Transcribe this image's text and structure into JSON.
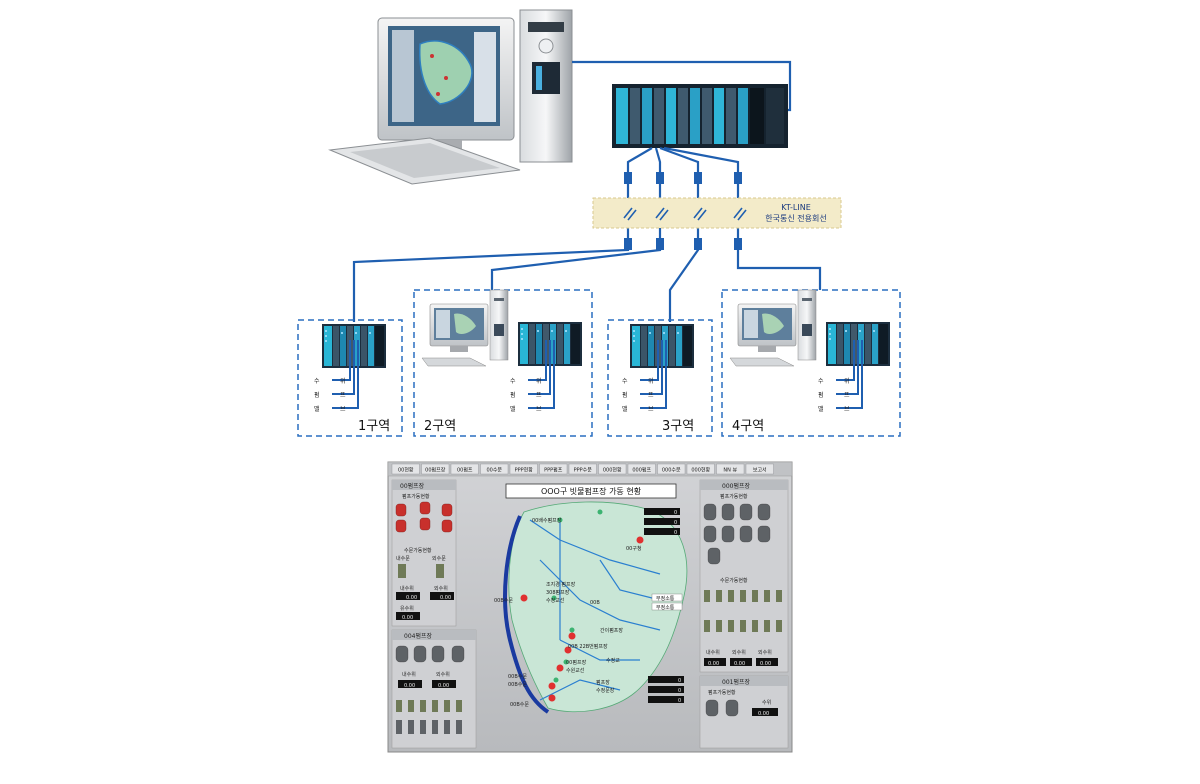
{
  "network": {
    "kt_line_en": "KT-LINE",
    "kt_line_ko": "한국통신 전용회선",
    "colors": {
      "line": "#1f5fb0",
      "zone_border": "#2a6fc0",
      "band": "#f3ebc9"
    }
  },
  "zones": [
    {
      "label": "1구역",
      "io": [
        "수",
        "위",
        "펌",
        "프",
        "밸",
        "브"
      ]
    },
    {
      "label": "2구역",
      "io": [
        "수",
        "위",
        "펌",
        "프",
        "밸",
        "브"
      ]
    },
    {
      "label": "3구역",
      "io": [
        "수",
        "위",
        "펌",
        "프",
        "밸",
        "브"
      ]
    },
    {
      "label": "4구역",
      "io": [
        "수",
        "위",
        "펌",
        "프",
        "밸",
        "브"
      ]
    }
  ],
  "scada": {
    "title": "OOO구 빗물펌프장 가동 현황",
    "menu": [
      "00현황",
      "00펌프장",
      "00펌프",
      "00수문",
      "PPP현황",
      "PPP펌프",
      "PPP수문",
      "000현황",
      "000펌프",
      "000수문",
      "000현황",
      "NN 뷰",
      "보고서"
    ],
    "left_panel_title": "00펌프장",
    "left_pump_status": "펌프가동현황",
    "left_gate_status": "수문가동현황",
    "left_gate_labels": [
      "내수문",
      "외수문"
    ],
    "left_readouts": [
      {
        "label": "내수위",
        "value": "0.00"
      },
      {
        "label": "외수위",
        "value": "0.00"
      },
      {
        "label": "유수위",
        "value": "0.00"
      }
    ],
    "lower_left_title": "004펌프장",
    "lower_left_readouts": [
      {
        "label": "내수위",
        "value": "0.00"
      },
      {
        "label": "외수위",
        "value": "0.00"
      }
    ],
    "right_panel_title": "000펌프장",
    "right_pump_status": "펌프가동현황",
    "right_gate_status": "수문가동현황",
    "right_readouts": [
      {
        "label": "내수위",
        "value": "0.00"
      },
      {
        "label": "외수위",
        "value": "0.00"
      },
      {
        "label": "외수위",
        "value": "0.00"
      }
    ],
    "bottom_right_title": "001펌프장",
    "bottom_right_pump_status": "펌프가동현황",
    "bottom_right_readout": {
      "label": "수위",
      "value": "0.00"
    },
    "map_labels": [
      "00배수펌프장",
      "00구청",
      "조지경 펌프장",
      "308펌프장",
      "수정교선",
      "00B수문",
      "00B",
      "간이펌프장",
      "00B 22B번펌프장",
      "00펌프장",
      "수원교선",
      "수정교",
      "펌프장",
      "수정문장",
      "00B수문",
      "00B수문",
      "00B수문"
    ],
    "map_right_boxes": [
      "부정소통",
      "부정소통"
    ],
    "map_readout_values": [
      "0",
      "0",
      "0",
      "0",
      "0",
      "0"
    ]
  }
}
